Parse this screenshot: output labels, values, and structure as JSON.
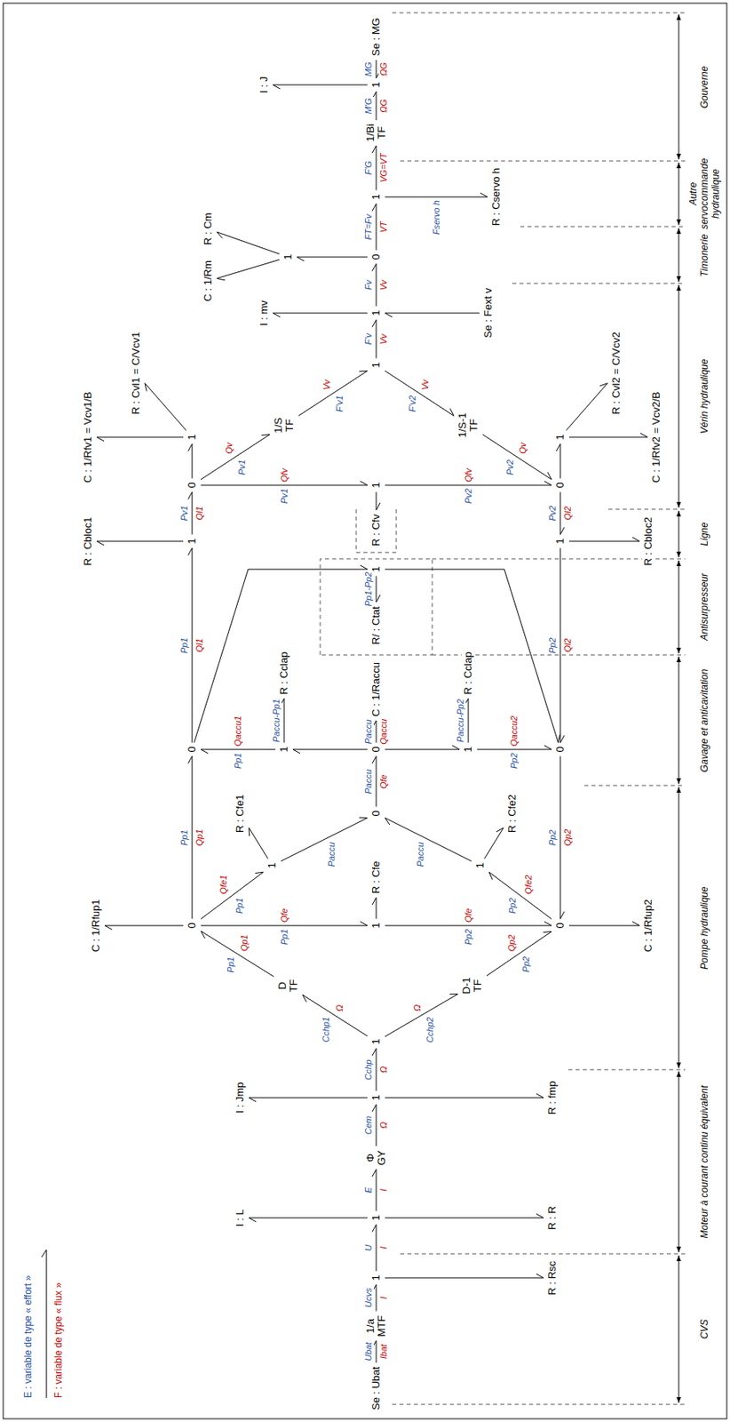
{
  "diagram": {
    "nodes": [
      {
        "text": [
          "Se : Ubat"
        ]
      },
      {
        "text": [
          "1/a",
          "MTF"
        ]
      },
      {
        "text": [
          "1"
        ]
      },
      {
        "text": [
          "R : Rsc"
        ]
      },
      {
        "text": [
          "1"
        ]
      },
      {
        "text": [
          "I : L"
        ]
      },
      {
        "text": [
          "R : R"
        ]
      },
      {
        "text": [
          "Φ",
          "GY"
        ]
      },
      {
        "text": [
          "1"
        ]
      },
      {
        "text": [
          "I : Jmp"
        ]
      },
      {
        "text": [
          "R : fmp"
        ]
      },
      {
        "text": [
          "1"
        ]
      },
      {
        "text": [
          "D",
          "TF"
        ]
      },
      {
        "text": [
          "D-1",
          "TF"
        ]
      },
      {
        "text": [
          "0"
        ]
      },
      {
        "text": [
          "C : 1/Rfup1"
        ]
      },
      {
        "text": [
          "0"
        ]
      },
      {
        "text": [
          "C : 1/Rfup2"
        ]
      },
      {
        "text": [
          "1"
        ]
      },
      {
        "text": [
          "R : Cfe"
        ]
      },
      {
        "text": [
          "1"
        ]
      },
      {
        "text": [
          "R : Cfe1"
        ]
      },
      {
        "text": [
          "1"
        ]
      },
      {
        "text": [
          "R : Cfe2"
        ]
      },
      {
        "text": [
          "0"
        ]
      },
      {
        "text": [
          "0"
        ]
      },
      {
        "text": [
          "1"
        ]
      },
      {
        "text": [
          "R : Cclap"
        ]
      },
      {
        "text": [
          "0"
        ]
      },
      {
        "text": [
          "C : 1/Raccu"
        ]
      },
      {
        "text": [
          "1"
        ]
      },
      {
        "text": [
          "R : Cclap"
        ]
      },
      {
        "text": [
          "0"
        ]
      },
      {
        "text": [
          "R/ : Ctat"
        ]
      },
      {
        "text": [
          "1"
        ]
      },
      {
        "text": [
          "1"
        ]
      },
      {
        "text": [
          "R : Cbloc1"
        ]
      },
      {
        "text": [
          "1"
        ]
      },
      {
        "text": [
          "R : Cbloc2"
        ]
      },
      {
        "text": [
          "R : Cfv"
        ]
      },
      {
        "text": [
          "0"
        ]
      },
      {
        "text": [
          "1"
        ]
      },
      {
        "text": [
          "0"
        ]
      },
      {
        "text": [
          "1"
        ]
      },
      {
        "text": [
          "C : 1/Rfv1 = Vcv1/B"
        ]
      },
      {
        "text": [
          "R : Cvl1 = C/Vcv1"
        ]
      },
      {
        "text": [
          "1/S",
          "TF"
        ]
      },
      {
        "text": [
          "1"
        ]
      },
      {
        "text": [
          "1/S-1",
          "TF"
        ]
      },
      {
        "text": [
          "1"
        ]
      },
      {
        "text": [
          "C : 1/Rfv2 = Vcv2/B"
        ]
      },
      {
        "text": [
          "R : Cvl2 = C/Vcv2"
        ]
      },
      {
        "text": [
          "1"
        ]
      },
      {
        "text": [
          "I : mv"
        ]
      },
      {
        "text": [
          "Se : Fext v"
        ]
      },
      {
        "text": [
          "0"
        ]
      },
      {
        "text": [
          "1"
        ]
      },
      {
        "text": [
          "C : 1/Rm"
        ]
      },
      {
        "text": [
          "R : Cm"
        ]
      },
      {
        "text": [
          "1"
        ]
      },
      {
        "text": [
          "R : Cservo h"
        ]
      },
      {
        "text": [
          "1/Bi",
          "TF"
        ]
      },
      {
        "text": [
          "1"
        ]
      },
      {
        "text": [
          "I : J"
        ]
      },
      {
        "text": [
          "Se : MG"
        ]
      }
    ],
    "edges": [
      {
        "from": 0,
        "to": 1,
        "arrow": "to",
        "label": "Ubat"
      },
      {
        "from": 1,
        "to": 2,
        "arrow": "to",
        "label": "Ucvs"
      },
      {
        "from": 2,
        "to": 3,
        "arrow": "to"
      },
      {
        "from": 2,
        "to": 4,
        "arrow": "to",
        "label": "U"
      },
      {
        "from": 4,
        "to": 5,
        "arrow": "to"
      },
      {
        "from": 4,
        "to": 6,
        "arrow": "to"
      },
      {
        "from": 4,
        "to": 7,
        "arrow": "to",
        "label": "E"
      },
      {
        "from": 7,
        "to": 8,
        "arrow": "to",
        "label": "Cem"
      },
      {
        "from": 8,
        "to": 9,
        "arrow": "to"
      },
      {
        "from": 8,
        "to": 10,
        "arrow": "to"
      },
      {
        "from": 8,
        "to": 11,
        "arrow": "to",
        "label": "Cchp"
      },
      {
        "from": 11,
        "to": 12,
        "arrow": "to",
        "label": "Cchp1"
      },
      {
        "from": 11,
        "to": 13,
        "arrow": "to",
        "label": "Cchp2"
      },
      {
        "from": 12,
        "to": 14,
        "arrow": "to",
        "label": "Pp1"
      },
      {
        "from": 13,
        "to": 16,
        "arrow": "to",
        "label": "Pp2"
      },
      {
        "from": 14,
        "to": 15,
        "arrow": "to"
      },
      {
        "from": 16,
        "to": 17,
        "arrow": "to"
      },
      {
        "from": 14,
        "to": 18,
        "arrow": "to",
        "label": "Pp1"
      },
      {
        "from": 18,
        "to": 16,
        "arrow": "to",
        "label": "Pp2"
      },
      {
        "from": 18,
        "to": 19,
        "arrow": "to"
      },
      {
        "from": 14,
        "to": 20,
        "arrow": "to",
        "label": "Pp1"
      },
      {
        "from": 20,
        "to": 21,
        "arrow": "to"
      },
      {
        "from": 20,
        "to": 24,
        "arrow": "to",
        "label": "Paccu"
      },
      {
        "from": 16,
        "to": 22,
        "arrow": "to",
        "label": "Pp2"
      },
      {
        "from": 22,
        "to": 23,
        "arrow": "to"
      },
      {
        "from": 22,
        "to": 24,
        "arrow": "to",
        "label": "Paccu"
      },
      {
        "from": 24,
        "to": 28,
        "arrow": "to",
        "label": "Paccu"
      },
      {
        "from": 14,
        "to": 25,
        "arrow": "to",
        "label": "Pp1"
      },
      {
        "from": 32,
        "to": 16,
        "arrow": "to",
        "label": "Pp2"
      },
      {
        "from": 26,
        "to": 25,
        "arrow": "to",
        "label": "Pp1"
      },
      {
        "from": 28,
        "to": 26,
        "arrow": "to"
      },
      {
        "from": 26,
        "to": 27,
        "arrow": "to",
        "label": "Paccu-Pp1"
      },
      {
        "from": 28,
        "to": 29,
        "arrow": "to",
        "label": "Paccu"
      },
      {
        "from": 28,
        "to": 30,
        "arrow": "to"
      },
      {
        "from": 30,
        "to": 32,
        "arrow": "to",
        "label": "Pp2"
      },
      {
        "from": 30,
        "to": 31,
        "arrow": "to",
        "label": "Paccu-Pp2"
      },
      {
        "from": 25,
        "to": 34,
        "arrow": "to"
      },
      {
        "from": 34,
        "to": 32,
        "arrow": "to"
      },
      {
        "from": 34,
        "to": 33,
        "arrow": "to",
        "label": "Pp1-Pp2"
      },
      {
        "from": 25,
        "to": 35,
        "arrow": "to",
        "label": "Pp1"
      },
      {
        "from": 35,
        "to": 36,
        "arrow": "to"
      },
      {
        "from": 35,
        "to": 40,
        "arrow": "to",
        "label": "Pv1"
      },
      {
        "from": 42,
        "to": 37,
        "arrow": "to",
        "label": "Pv2"
      },
      {
        "from": 37,
        "to": 38,
        "arrow": "to"
      },
      {
        "from": 37,
        "to": 32,
        "arrow": "to",
        "label": "Pp2"
      },
      {
        "from": 40,
        "to": 41,
        "arrow": "to",
        "label": "Pv1"
      },
      {
        "from": 41,
        "to": 42,
        "arrow": "to",
        "label": "Pv2"
      },
      {
        "from": 41,
        "to": 39,
        "arrow": "to"
      },
      {
        "from": 40,
        "to": 43,
        "arrow": "to"
      },
      {
        "from": 43,
        "to": 44,
        "arrow": "to"
      },
      {
        "from": 43,
        "to": 45,
        "arrow": "to"
      },
      {
        "from": 40,
        "to": 46,
        "arrow": "to",
        "label": "Pv1"
      },
      {
        "from": 46,
        "to": 47,
        "arrow": "to",
        "label": "F'v1"
      },
      {
        "from": 47,
        "to": 48,
        "arrow": "to",
        "label": "F'v2"
      },
      {
        "from": 48,
        "to": 42,
        "arrow": "to",
        "label": "Pv2"
      },
      {
        "from": 42,
        "to": 49,
        "arrow": "to"
      },
      {
        "from": 49,
        "to": 50,
        "arrow": "to"
      },
      {
        "from": 49,
        "to": 51,
        "arrow": "to"
      },
      {
        "from": 47,
        "to": 52,
        "arrow": "to",
        "label": "F'v"
      },
      {
        "from": 52,
        "to": 53,
        "arrow": "to"
      },
      {
        "from": 54,
        "to": 52,
        "arrow": "to"
      },
      {
        "from": 52,
        "to": 55,
        "arrow": "to",
        "label": "Fv"
      },
      {
        "from": 55,
        "to": 56,
        "arrow": "to"
      },
      {
        "from": 56,
        "to": 57,
        "arrow": "to"
      },
      {
        "from": 56,
        "to": 58,
        "arrow": "to"
      },
      {
        "from": 55,
        "to": 59,
        "arrow": "to",
        "label": "FT=Fv"
      },
      {
        "from": 59,
        "to": 60,
        "arrow": "to",
        "label": "Fservo h"
      },
      {
        "from": 59,
        "to": 61,
        "arrow": "to",
        "label": "F'G"
      },
      {
        "from": 61,
        "to": 62,
        "arrow": "to",
        "label": "M'G"
      },
      {
        "from": 62,
        "to": 63,
        "arrow": "to"
      },
      {
        "from": 64,
        "to": 62,
        "arrow": "to",
        "label": "MG"
      }
    ],
    "labels": [
      "Ibat",
      "I",
      "I",
      "I",
      "Ω",
      "Ω",
      "Ω",
      "Ω",
      "Qp1",
      "Qp2",
      "Qfe",
      "Qfe",
      "Qfe1",
      "Qfe2",
      "Qfe",
      "Qp1",
      "Qp2",
      "Qaccu1",
      "Qaccu",
      "Qaccu2",
      "Ql1",
      "Ql1",
      "Ql2",
      "Ql2",
      "Qfv",
      "Qfv",
      "Qv",
      "Vv",
      "Vv",
      "Qv",
      "Vv",
      "Vv",
      "VT",
      "VG=VT",
      "ΩG",
      "ΩG",
      "CVS",
      "Moteur à courant continu équivalent",
      "Pompe hydraulique",
      "Gavage et anticavitation",
      "Antisurpresseur",
      "Ligne",
      "Vérin hydraulique",
      "Timonerie",
      "Autre servocommande hydraulique",
      "Gouverne"
    ],
    "legend": [
      {
        "text": "E : variable de type « effort »"
      },
      {
        "text": "F : variable de type « flux »"
      }
    ]
  }
}
